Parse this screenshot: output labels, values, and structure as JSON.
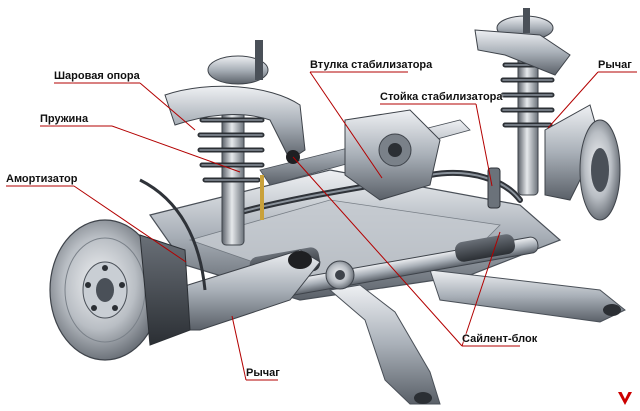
{
  "labels": {
    "ball_joint": "Шаровая опора",
    "spring": "Пружина",
    "shock_absorber": "Амортизатор",
    "stabilizer_bushing": "Втулка стабилизатора",
    "stabilizer_link": "Стойка стабилизатора",
    "lever_right": "Рычаг",
    "silent_block": "Сайлент-блок",
    "lever_bottom": "Рычаг"
  },
  "colors": {
    "leader": "#b30000",
    "metal_light": "#d9dde2",
    "metal_mid": "#9aa2ab",
    "metal_dark": "#4a5058",
    "rubber": "#1e1f22",
    "brass": "#c9a13a",
    "logo_red": "#cc0000"
  },
  "logo": {
    "icon": "v-logo-icon"
  }
}
